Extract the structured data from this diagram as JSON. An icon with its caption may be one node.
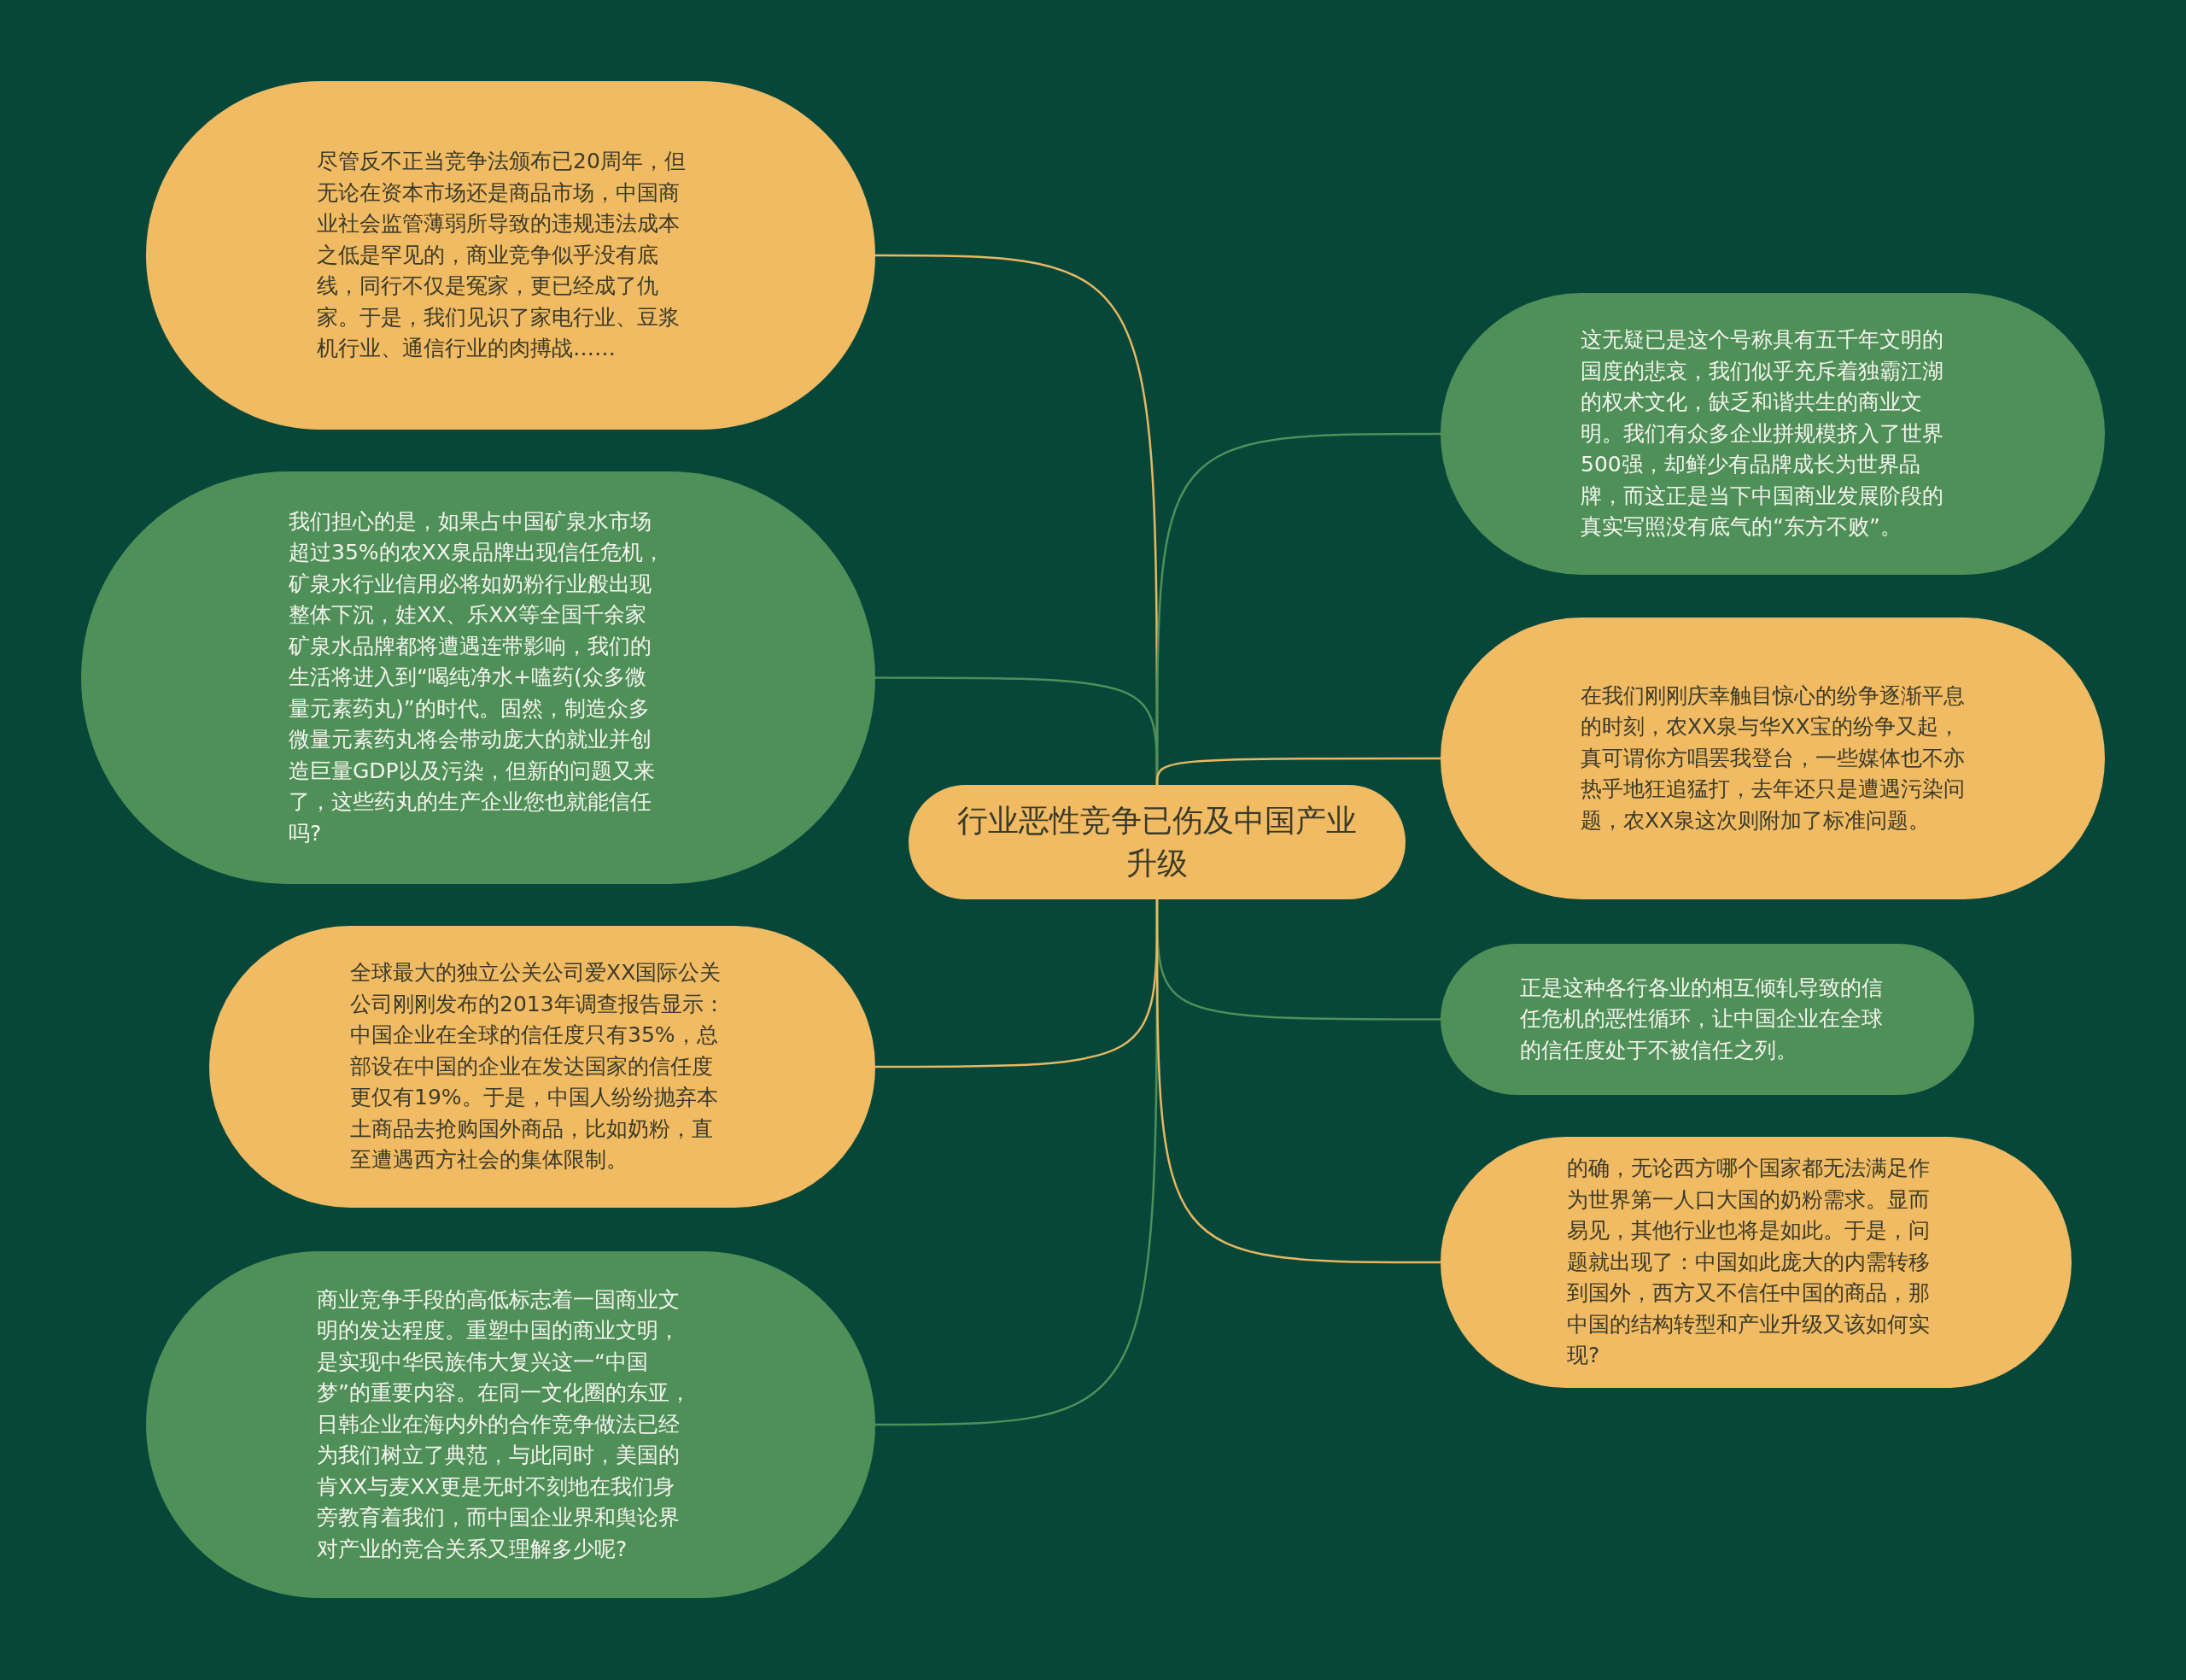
{
  "diagram": {
    "nodes": [
      {
        "text": [
          "行业恶性竞争已伤及中国产业升级"
        ]
      },
      {
        "text": [
          "尽管反不正当竞争法颁布已20周年，但无论在资本市场还是商品市场，中国商业社会监管薄弱所导致的违规违法成本之低是罕见的，商业竞争似乎没有底线，同行不仅是冤家，更已经成了仇家。于是，我们见识了家电行业、豆浆机行业、通信行业的肉搏战……"
        ]
      },
      {
        "text": [
          "我们担心的是，如果占中国矿泉水市场超过35%的农XX泉品牌出现信任危机，矿泉水行业信用必将如奶粉行业般出现整体下沉，娃XX、乐XX等全国千余家矿泉水品牌都将遭遇连带影响，我们的生活将进入到“喝纯净水+嗑药(众多微量元素药丸)”的时代。固然，制造众多微量元素药丸将会带动庞大的就业并创造巨量GDP以及污染，但新的问题又来了，这些药丸的生产企业您也就能信任吗?"
        ]
      },
      {
        "text": [
          "全球最大的独立公关公司爱XX国际公关公司刚刚发布的2013年调查报告显示：中国企业在全球的信任度只有35%，总部设在中国的企业在发达国家的信任度更仅有19%。于是，中国人纷纷抛弃本土商品去抢购国外商品，比如奶粉，直至遭遇西方社会的集体限制。"
        ]
      },
      {
        "text": [
          "商业竞争手段的高低标志着一国商业文明的发达程度。重塑中国的商业文明，是实现中华民族伟大复兴这一“中国梦”的重要内容。在同一文化圈的东亚，日韩企业在海内外的合作竞争做法已经为我们树立了典范，与此同时，美国的肯XX与麦XX更是无时不刻地在我们身旁教育着我们，而中国企业界和舆论界对产业的竞合关系又理解多少呢?"
        ]
      },
      {
        "text": [
          "这无疑已是这个号称具有五千年文明的国度的悲哀，我们似乎充斥着独霸江湖的权术文化，缺乏和谐共生的商业文明。我们有众多企业拼规模挤入了世界500强，却鲜少有品牌成长为世界品牌，而这正是当下中国商业发展阶段的真实写照没有底气的“东方不败”。"
        ]
      },
      {
        "text": [
          "在我们刚刚庆幸触目惊心的纷争逐渐平息的时刻，农XX泉与华XX宝的纷争又起，真可谓你方唱罢我登台，一些媒体也不亦热乎地狂追猛打，去年还只是遭遇污染问题，农XX泉这次则附加了标准问题。"
        ]
      },
      {
        "text": [
          "正是这种各行各业的相互倾轧导致的信任危机的恶性循环，让中国企业在全球的信任度处于不被信任之列。"
        ]
      },
      {
        "text": [
          "的确，无论西方哪个国家都无法满足作为世界第一人口大国的奶粉需求。显而易见，其他行业也将是如此。于是，问题就出现了：中国如此庞大的内需转移到国外，西方又不信任中国的商品，那中国的结构转型和产业升级又该如何实现?"
        ]
      }
    ],
    "edges": [
      {
        "from": 0,
        "to": 1,
        "arrow": "none",
        "color": "#e8b860"
      },
      {
        "from": 0,
        "to": 2,
        "arrow": "none",
        "color": "#4f8f58"
      },
      {
        "from": 0,
        "to": 3,
        "arrow": "none",
        "color": "#e8b860"
      },
      {
        "from": 0,
        "to": 4,
        "arrow": "none",
        "color": "#4f8f58"
      },
      {
        "from": 0,
        "to": 5,
        "arrow": "none",
        "color": "#4f8f58"
      },
      {
        "from": 0,
        "to": 6,
        "arrow": "none",
        "color": "#e8b860"
      },
      {
        "from": 0,
        "to": 7,
        "arrow": "none",
        "color": "#4f8f58"
      },
      {
        "from": 0,
        "to": 8,
        "arrow": "none",
        "color": "#e8b860"
      }
    ]
  }
}
